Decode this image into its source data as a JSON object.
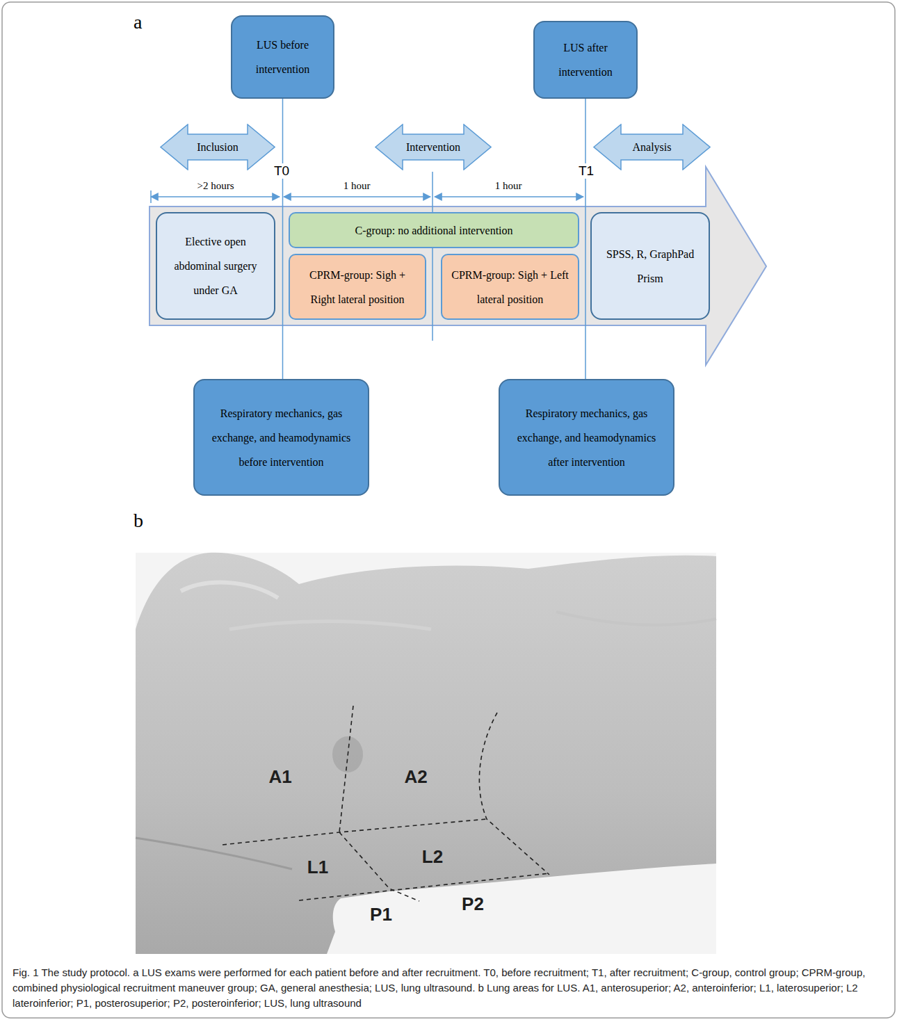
{
  "diagram": {
    "caption": "Fig. 1 The study protocol. a LUS exams were performed for each patient before and after recruitment. T0, before recruitment; T1, after recruitment; C-group, control group; CPRM-group, combined physiological recruitment maneuver group; GA, general anesthesia; LUS, lung ultrasound. b Lung areas for LUS. A1, anterosuperior; A2, anteroinferior; L1, laterosuperior; L2 lateroinferior; P1, posterosuperior; P2, posteroinferior; LUS, lung ultrasound",
    "nodes": [
      {
        "text": [
          "LUS before intervention"
        ]
      },
      {
        "text": [
          "LUS after intervention"
        ]
      },
      {
        "text": [
          "Inclusion"
        ]
      },
      {
        "text": [
          "Intervention"
        ]
      },
      {
        "text": [
          "Analysis"
        ]
      },
      {
        "text": [
          "Elective open abdominal surgery under GA"
        ]
      },
      {
        "text": [
          "C-group: no additional intervention"
        ]
      },
      {
        "text": [
          "CPRM-group: Sigh + Right lateral position"
        ]
      },
      {
        "text": [
          "CPRM-group: Sigh + Left lateral position"
        ]
      },
      {
        "text": [
          "SPSS, R, GraphPad Prism"
        ]
      },
      {
        "text": [
          "Respiratory mechanics, gas exchange, and heamodynamics before intervention"
        ]
      },
      {
        "text": [
          "Respiratory mechanics, gas exchange, and heamodynamics after intervention"
        ]
      }
    ],
    "edges": [
      {
        "from": 0,
        "to": 10,
        "arrow": "none"
      },
      {
        "from": 1,
        "to": 11,
        "arrow": "none"
      }
    ],
    "labels": [
      "a",
      "T0",
      "T1",
      ">2 hours",
      "1 hour",
      "1 hour",
      "b",
      "A1",
      "A2",
      "L1",
      "L2",
      "P1",
      "P2"
    ]
  }
}
